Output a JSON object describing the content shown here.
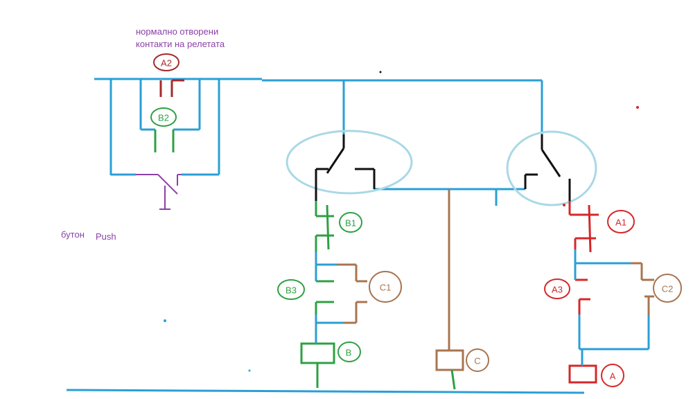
{
  "annotations": {
    "line1": "нормално отворени",
    "line2": "контакти  на релетата",
    "button_word": "бутон",
    "push_word": "Push"
  },
  "labels": {
    "a2": "A2",
    "b2": "B2",
    "b1": "B1",
    "b3": "B3",
    "c1": "C1",
    "b": "B",
    "c": "C",
    "a1": "A1",
    "a3": "A3",
    "c2": "C2",
    "a": "A"
  },
  "colors": {
    "wire": "#2a9fd6",
    "relay_a": "#d6272a",
    "relay_b": "#2ea043",
    "relay_c": "#a9744f",
    "annotation": "#8b3fa6",
    "switch": "#111111",
    "switch_ring": "#a9d8e6",
    "a2_contact": "#a52a2a"
  }
}
